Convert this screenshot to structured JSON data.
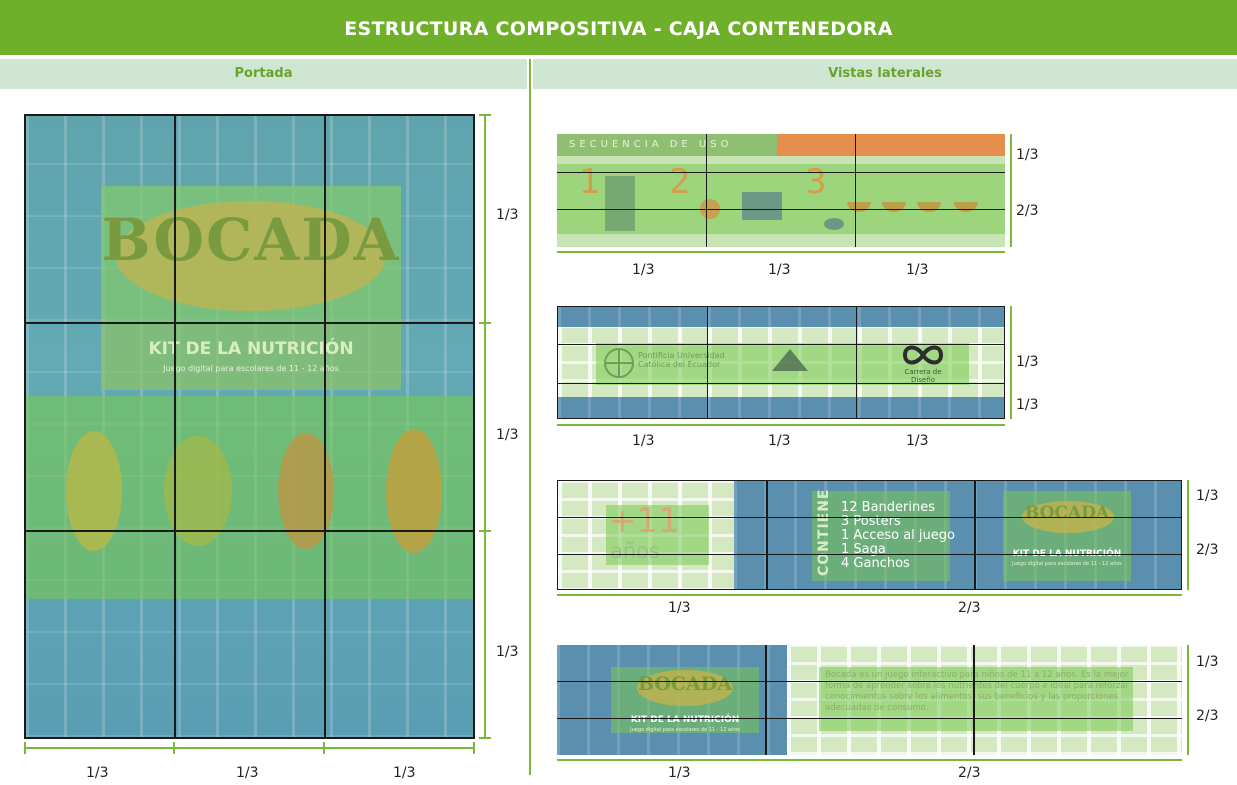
{
  "header": {
    "title": "ESTRUCTURA COMPOSITIVA - CAJA CONTENEDORA"
  },
  "sections": {
    "left": "Portada",
    "right": "Vistas laterales"
  },
  "fraction": {
    "third": "1/3",
    "two_thirds": "2/3"
  },
  "cover": {
    "logo": "BOCADA",
    "kit": "KIT DE LA NUTRICIÓN",
    "tagline": "Juego digital para escolares de 11 - 12 años"
  },
  "side1": {
    "banner": "SECUENCIA DE USO",
    "step1": "1",
    "step2": "2",
    "step3": "3"
  },
  "side2": {
    "logo1": "Pontificia Universidad Católica del Ecuador",
    "logo3": "Carrera de Diseño"
  },
  "side3": {
    "age_big": "+11",
    "age_small": "años",
    "contiene": "CONTIENE",
    "items": [
      "12 Banderines",
      "3 Posters",
      "1 Acceso al juego",
      "1 Saga",
      "4 Ganchos"
    ],
    "logo": "BOCADA",
    "kit": "KIT DE LA NUTRICIÓN",
    "tagline": "Juego digital para escolares de 11 - 12 años"
  },
  "side4": {
    "logo": "BOCADA",
    "kit": "KIT DE LA NUTRICIÓN",
    "tagline": "Juego digital para escolares de 11 - 12 años",
    "description": "Bocada es un juego interactivo para niños de 11 a 12 años. Es la mejor forma de aprender sobre los nutrientes del cuerpo e ideal para reforzar conocimientos sobre los alimentos, sus beneficios y las proporciones adecuadas de consumo."
  },
  "colors": {
    "accent": "#6fb02a",
    "subbar": "#cfe6d2",
    "orange": "#e78b3a"
  }
}
